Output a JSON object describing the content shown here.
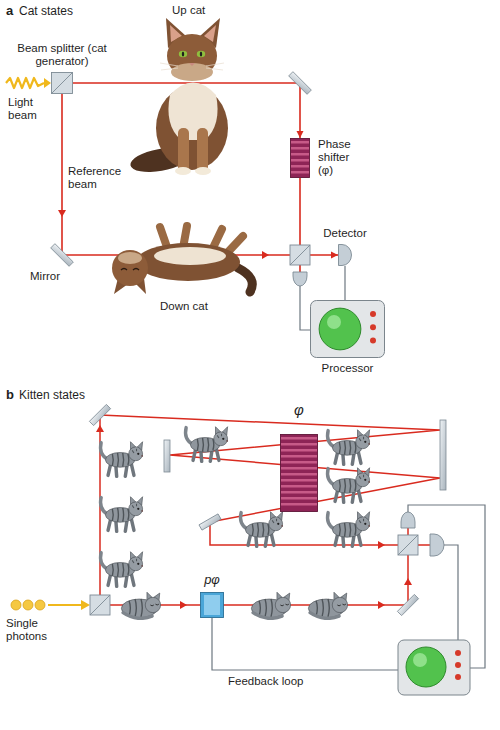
{
  "diagram": {
    "nodes": [
      {
        "text": [
          "Beam splitter (cat generator)"
        ]
      },
      {
        "text": [
          "Phase shifter (φ)"
        ]
      },
      {
        "text": [
          "Detector"
        ]
      },
      {
        "text": [
          "Processor"
        ]
      },
      {
        "text": [
          "φ"
        ]
      },
      {
        "text": [
          "pφ"
        ]
      }
    ],
    "edges": [
      {
        "from": 0,
        "to": 1,
        "arrow": "to"
      },
      {
        "from": 1,
        "to": 2,
        "arrow": "to"
      },
      {
        "from": 2,
        "to": 3,
        "arrow": "none"
      }
    ],
    "labels": [
      "a",
      "Cat states",
      "Up cat",
      "Light beam",
      "Reference beam",
      "Mirror",
      "Down cat",
      "b",
      "Kitten states",
      "Single photons",
      "Feedback loop"
    ]
  }
}
